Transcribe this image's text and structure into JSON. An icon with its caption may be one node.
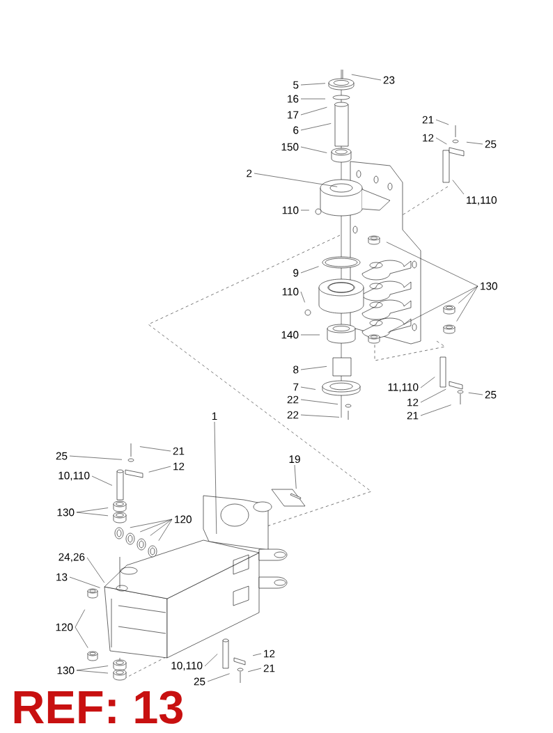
{
  "diagram": {
    "nodes": [
      {
        "text": [
          "23"
        ]
      },
      {
        "text": [
          "5"
        ]
      },
      {
        "text": [
          "16"
        ]
      },
      {
        "text": [
          "17"
        ]
      },
      {
        "text": [
          "6"
        ]
      },
      {
        "text": [
          "150"
        ]
      },
      {
        "text": [
          "2"
        ]
      },
      {
        "text": [
          "110"
        ]
      },
      {
        "text": [
          "21"
        ]
      },
      {
        "text": [
          "12"
        ]
      },
      {
        "text": [
          "25"
        ]
      },
      {
        "text": [
          "11,110"
        ]
      },
      {
        "text": [
          "9"
        ]
      },
      {
        "text": [
          "110"
        ]
      },
      {
        "text": [
          "130"
        ]
      },
      {
        "text": [
          "140"
        ]
      },
      {
        "text": [
          "8"
        ]
      },
      {
        "text": [
          "7"
        ]
      },
      {
        "text": [
          "22"
        ]
      },
      {
        "text": [
          "22"
        ]
      },
      {
        "text": [
          "11,110"
        ]
      },
      {
        "text": [
          "12"
        ]
      },
      {
        "text": [
          "25"
        ]
      },
      {
        "text": [
          "21"
        ]
      },
      {
        "text": [
          "1"
        ]
      },
      {
        "text": [
          "21"
        ]
      },
      {
        "text": [
          "25"
        ]
      },
      {
        "text": [
          "12"
        ]
      },
      {
        "text": [
          "19"
        ]
      },
      {
        "text": [
          "10,110"
        ]
      },
      {
        "text": [
          "130"
        ]
      },
      {
        "text": [
          "120"
        ]
      },
      {
        "text": [
          "24,26"
        ]
      },
      {
        "text": [
          "13"
        ]
      },
      {
        "text": [
          "120"
        ]
      },
      {
        "text": [
          "130"
        ]
      },
      {
        "text": [
          "10,110"
        ]
      },
      {
        "text": [
          "12"
        ]
      },
      {
        "text": [
          "21"
        ]
      },
      {
        "text": [
          "25"
        ]
      }
    ],
    "edges": [
      {
        "from": 0,
        "to": null,
        "arrow": "none"
      },
      {
        "from": 1,
        "to": null,
        "arrow": "none"
      },
      {
        "from": 2,
        "to": null,
        "arrow": "none"
      },
      {
        "from": 3,
        "to": null,
        "arrow": "none"
      },
      {
        "from": 4,
        "to": null,
        "arrow": "none"
      },
      {
        "from": 5,
        "to": null,
        "arrow": "none"
      },
      {
        "from": 6,
        "to": null,
        "arrow": "none"
      },
      {
        "from": 7,
        "to": null,
        "arrow": "none"
      },
      {
        "from": 8,
        "to": null,
        "arrow": "none"
      },
      {
        "from": 9,
        "to": null,
        "arrow": "none"
      },
      {
        "from": 10,
        "to": null,
        "arrow": "none"
      },
      {
        "from": 11,
        "to": null,
        "arrow": "none"
      },
      {
        "from": 12,
        "to": null,
        "arrow": "none"
      },
      {
        "from": 13,
        "to": null,
        "arrow": "none"
      },
      {
        "from": 14,
        "to": null,
        "arrow": "none"
      },
      {
        "from": 14,
        "to": null,
        "arrow": "none"
      },
      {
        "from": 14,
        "to": null,
        "arrow": "none"
      },
      {
        "from": 14,
        "to": null,
        "arrow": "none"
      },
      {
        "from": 15,
        "to": null,
        "arrow": "none"
      },
      {
        "from": 16,
        "to": null,
        "arrow": "none"
      },
      {
        "from": 17,
        "to": null,
        "arrow": "none"
      },
      {
        "from": 18,
        "to": null,
        "arrow": "none"
      },
      {
        "from": 19,
        "to": null,
        "arrow": "none"
      },
      {
        "from": 20,
        "to": null,
        "arrow": "none"
      },
      {
        "from": 21,
        "to": null,
        "arrow": "none"
      },
      {
        "from": 22,
        "to": null,
        "arrow": "none"
      },
      {
        "from": 23,
        "to": null,
        "arrow": "none"
      },
      {
        "from": 24,
        "to": null,
        "arrow": "none"
      },
      {
        "from": 25,
        "to": null,
        "arrow": "none"
      },
      {
        "from": 26,
        "to": null,
        "arrow": "none"
      },
      {
        "from": 27,
        "to": null,
        "arrow": "none"
      },
      {
        "from": 28,
        "to": null,
        "arrow": "none"
      },
      {
        "from": 29,
        "to": null,
        "arrow": "none"
      },
      {
        "from": 30,
        "to": null,
        "arrow": "none"
      },
      {
        "from": 30,
        "to": null,
        "arrow": "none"
      },
      {
        "from": 31,
        "to": null,
        "arrow": "none"
      },
      {
        "from": 31,
        "to": null,
        "arrow": "none"
      },
      {
        "from": 31,
        "to": null,
        "arrow": "none"
      },
      {
        "from": 31,
        "to": null,
        "arrow": "none"
      },
      {
        "from": 32,
        "to": null,
        "arrow": "none"
      },
      {
        "from": 33,
        "to": null,
        "arrow": "none"
      },
      {
        "from": 34,
        "to": null,
        "arrow": "none"
      },
      {
        "from": 34,
        "to": null,
        "arrow": "none"
      },
      {
        "from": 35,
        "to": null,
        "arrow": "none"
      },
      {
        "from": 35,
        "to": null,
        "arrow": "none"
      },
      {
        "from": 36,
        "to": null,
        "arrow": "none"
      },
      {
        "from": 37,
        "to": null,
        "arrow": "none"
      },
      {
        "from": 38,
        "to": null,
        "arrow": "none"
      },
      {
        "from": 39,
        "to": null,
        "arrow": "none"
      }
    ],
    "labels": [
      "REF: 13"
    ]
  }
}
